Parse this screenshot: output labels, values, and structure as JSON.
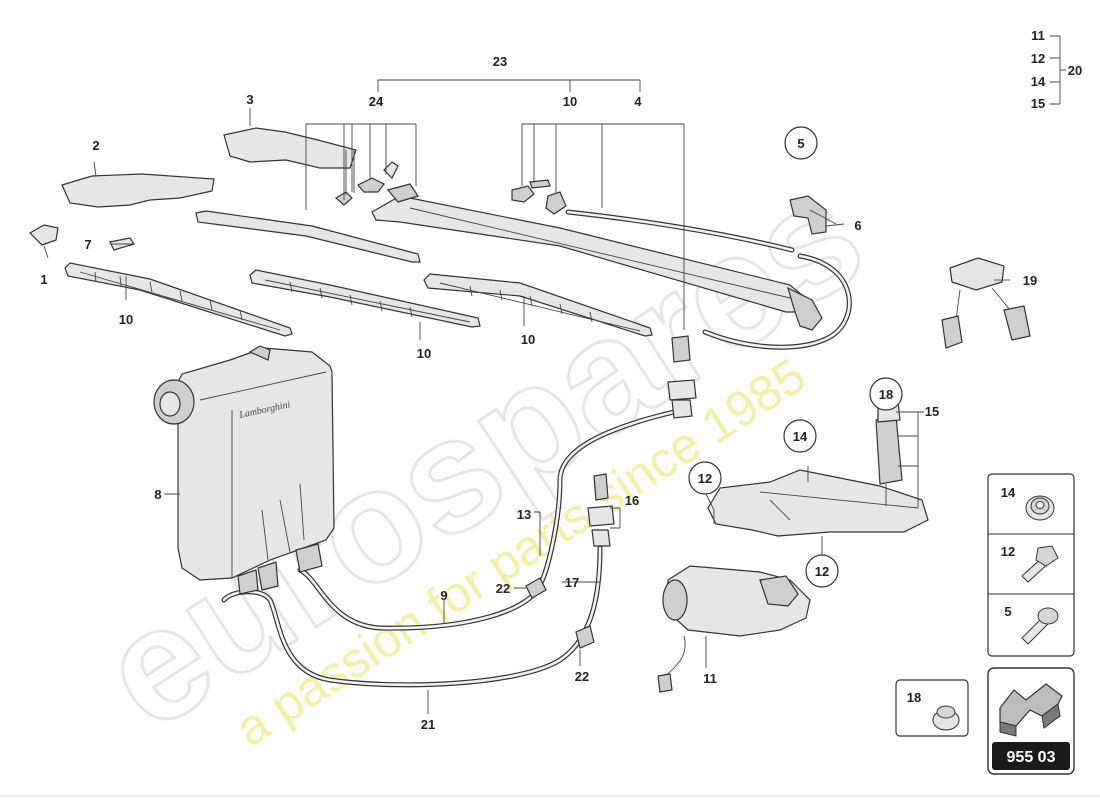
{
  "diagram": {
    "callouts": [
      {
        "id": "c1",
        "text": "1"
      },
      {
        "id": "c2",
        "text": "2"
      },
      {
        "id": "c3",
        "text": "3"
      },
      {
        "id": "c4",
        "text": "4"
      },
      {
        "id": "c5",
        "text": "5"
      },
      {
        "id": "c6",
        "text": "6"
      },
      {
        "id": "c7",
        "text": "7"
      },
      {
        "id": "c8",
        "text": "8"
      },
      {
        "id": "c9",
        "text": "9"
      },
      {
        "id": "c10a",
        "text": "10"
      },
      {
        "id": "c10b",
        "text": "10"
      },
      {
        "id": "c10c",
        "text": "10"
      },
      {
        "id": "c10d",
        "text": "10"
      },
      {
        "id": "c11a",
        "text": "11"
      },
      {
        "id": "c11b",
        "text": "11"
      },
      {
        "id": "c12a",
        "text": "12"
      },
      {
        "id": "c12b",
        "text": "12"
      },
      {
        "id": "c12c",
        "text": "12"
      },
      {
        "id": "c13",
        "text": "13"
      },
      {
        "id": "c14a",
        "text": "14"
      },
      {
        "id": "c14b",
        "text": "14"
      },
      {
        "id": "c15a",
        "text": "15"
      },
      {
        "id": "c15b",
        "text": "15"
      },
      {
        "id": "c16",
        "text": "16"
      },
      {
        "id": "c17",
        "text": "17"
      },
      {
        "id": "c18",
        "text": "18"
      },
      {
        "id": "c19",
        "text": "19"
      },
      {
        "id": "c20",
        "text": "20"
      },
      {
        "id": "c21",
        "text": "21"
      },
      {
        "id": "c22a",
        "text": "22"
      },
      {
        "id": "c22b",
        "text": "22"
      },
      {
        "id": "c23",
        "text": "23"
      },
      {
        "id": "c24",
        "text": "24"
      }
    ],
    "circled_callouts": [
      {
        "id": "k5",
        "text": "5"
      },
      {
        "id": "k12a",
        "text": "12"
      },
      {
        "id": "k12b",
        "text": "12"
      },
      {
        "id": "k14",
        "text": "14"
      },
      {
        "id": "k18",
        "text": "18"
      }
    ],
    "legend": {
      "items": [
        {
          "id": "l14",
          "text": "14",
          "icon": "flange-nut-icon"
        },
        {
          "id": "l12",
          "text": "12",
          "icon": "hex-bolt-icon"
        },
        {
          "id": "l5",
          "text": "5",
          "icon": "pan-screw-icon"
        }
      ],
      "nut_box": {
        "text": "18",
        "icon": "cap-nut-icon"
      }
    },
    "page_code": "955 03",
    "tank_logo": "Lamborghini",
    "watermark": {
      "brand": "eurospares",
      "tagline": "a passion for parts since 1985"
    },
    "colors": {
      "line": "#333333",
      "part_fill": "#e6e6e6",
      "watermark_grey": "#e8e8e8",
      "watermark_yellow": "#f1ee9a",
      "code_box": "#1a1a1a"
    }
  }
}
